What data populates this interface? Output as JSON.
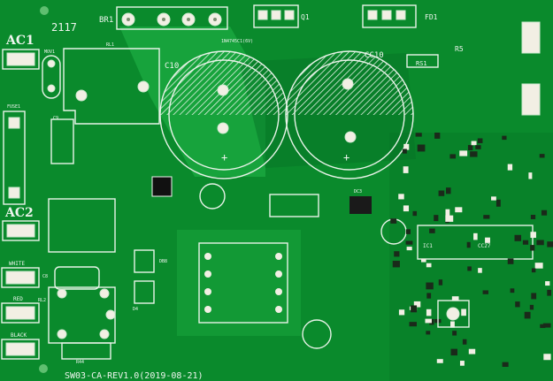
{
  "board": {
    "serial": "2117",
    "revision": "SW03-CA-REV1.0(2019-08-21)",
    "zener_note": "1N4745C1(6V)",
    "connectors": [
      "AC1",
      "AC2",
      "WHITE",
      "RED",
      "BLACK"
    ],
    "refs": {
      "bridge": "BR1",
      "cap_main_1": "C10",
      "cap_main_2": "CC10",
      "transistor": "Q1",
      "fd": "FD1",
      "resistor_r5": "R5",
      "rs": "RS1",
      "relay_1": "RL1",
      "relay_2": "RL2",
      "mov": "MOV1",
      "fuse": "FUSE1",
      "r44": "R44",
      "c9": "C9",
      "c8": "C8",
      "db8": "DB8",
      "d4": "D4",
      "ic": "IC1",
      "dc3": "DC3",
      "cc27": "CC27"
    },
    "colors": {
      "solder_mask": "#0a8a2c",
      "silkscreen": "#eef5ee",
      "pad": "#f2efe4"
    }
  }
}
